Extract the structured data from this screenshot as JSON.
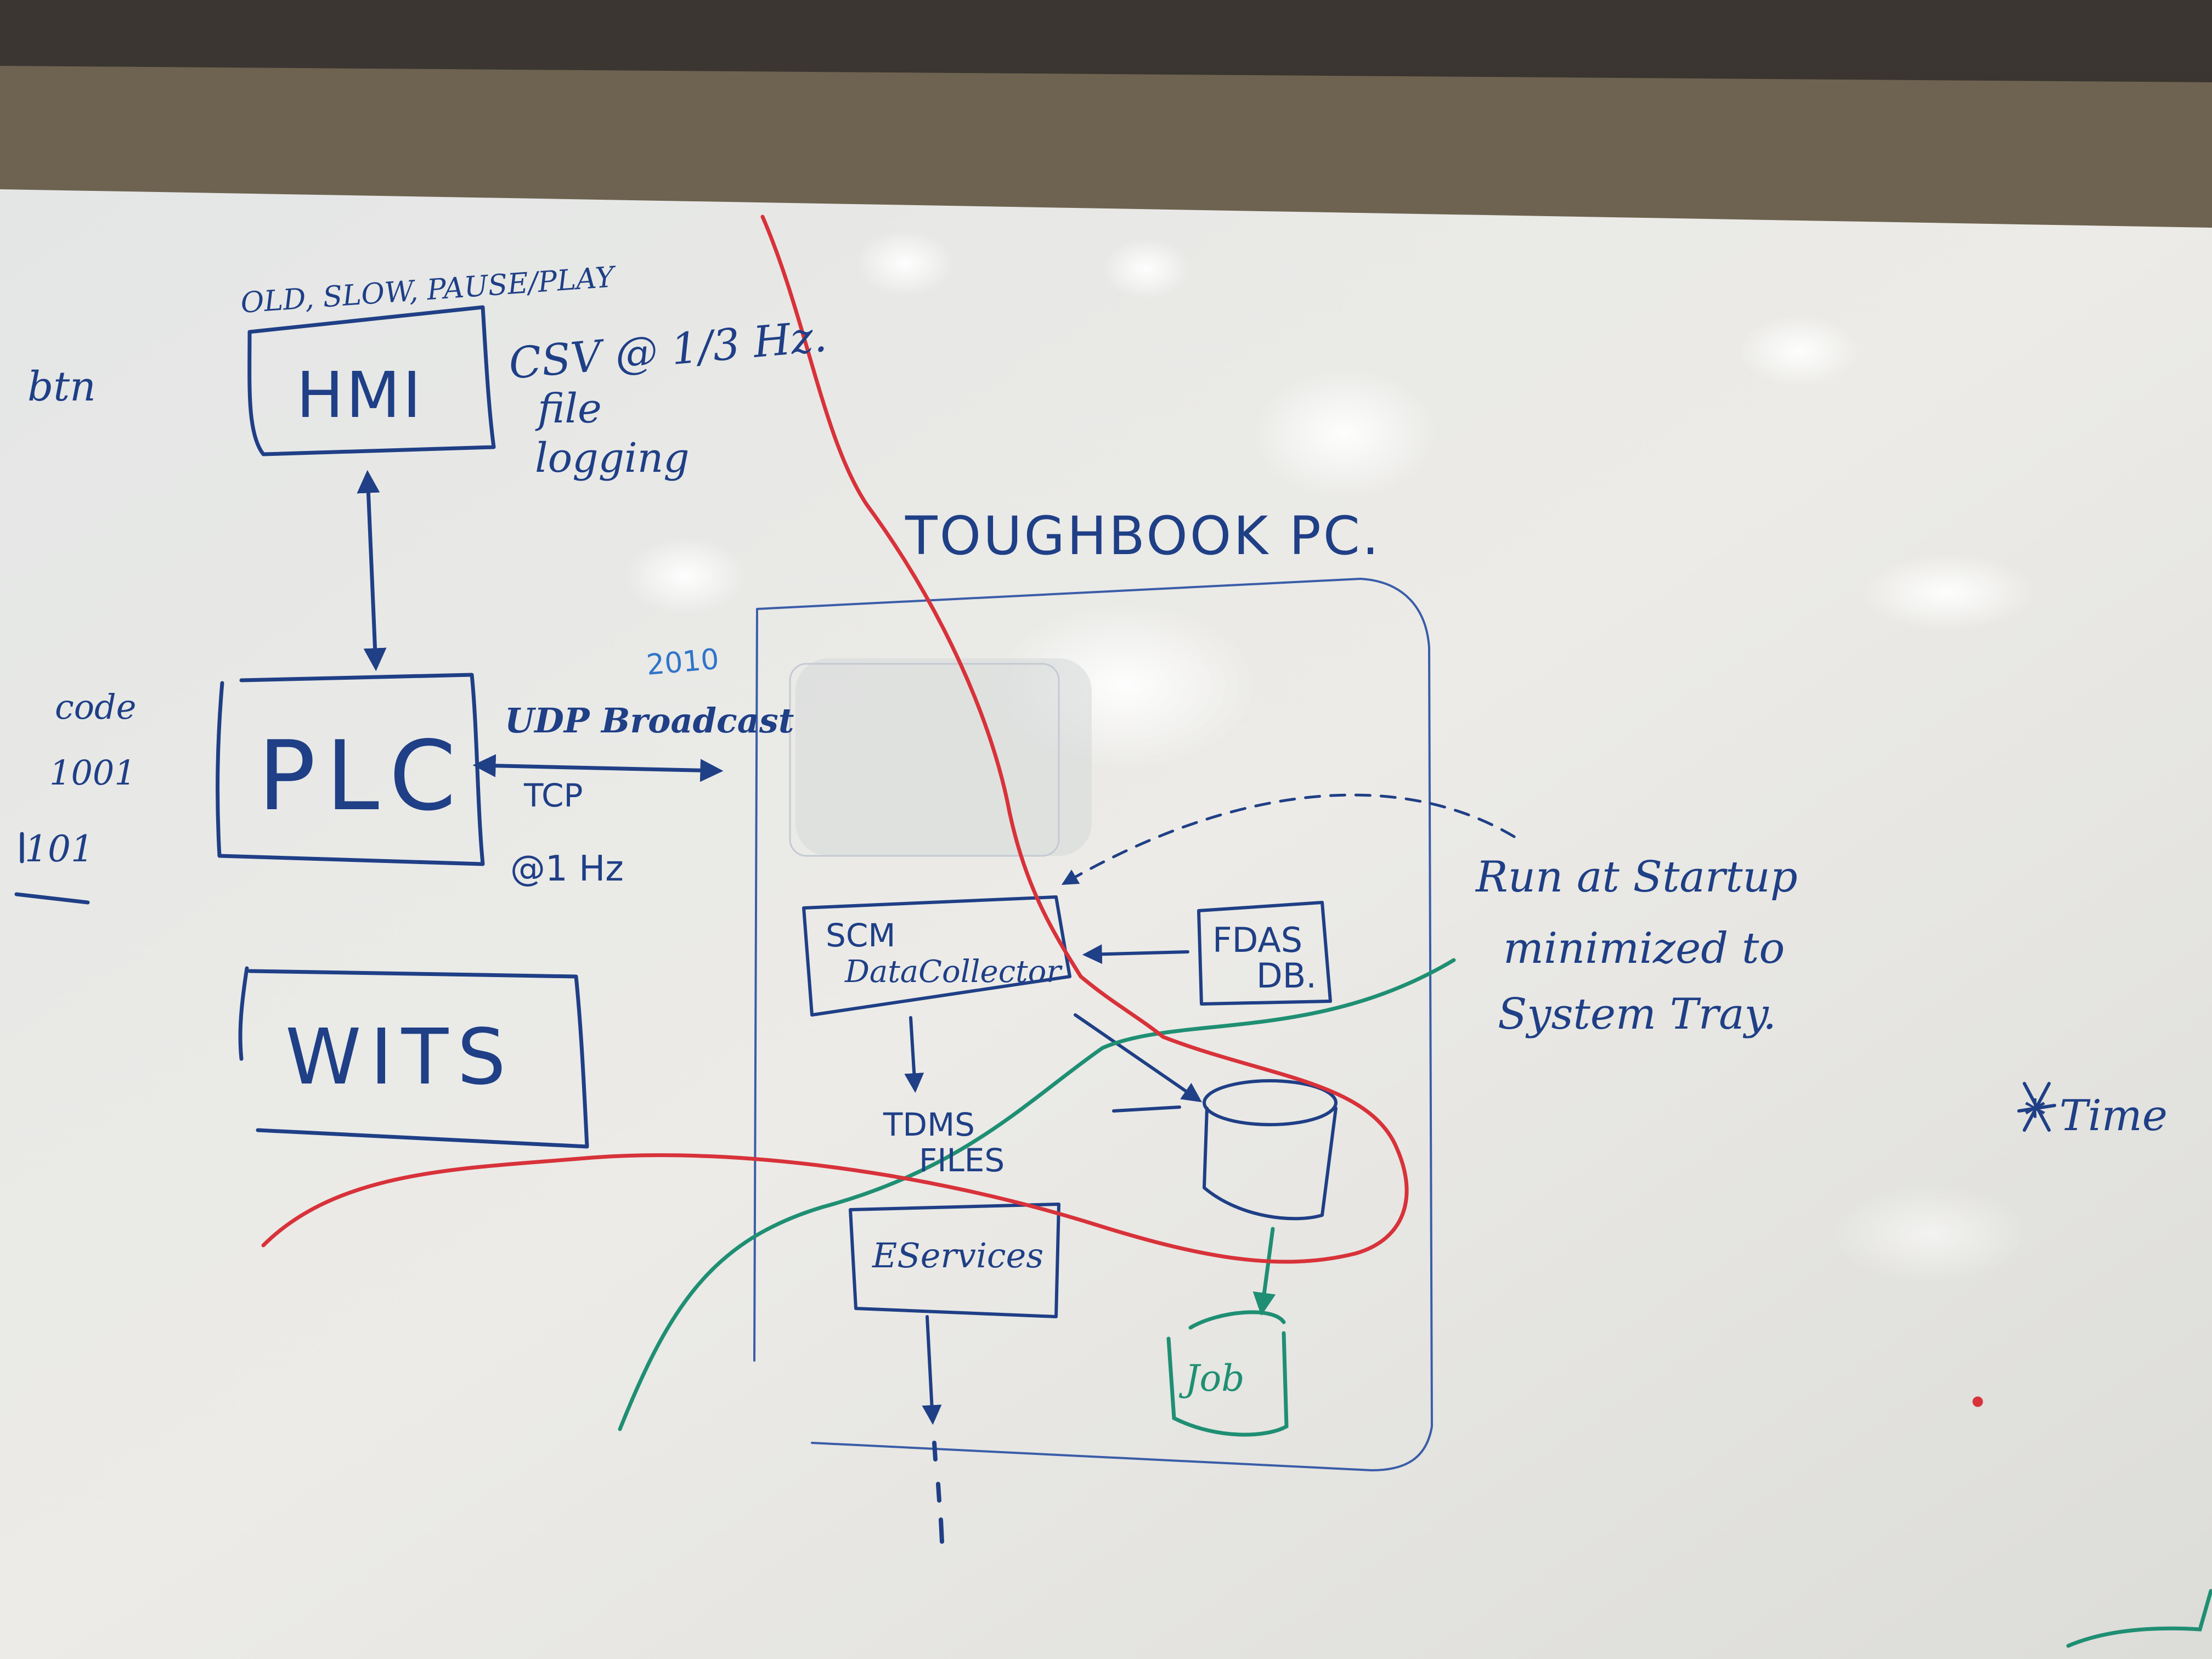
{
  "colors": {
    "wall": "#3b3632",
    "frame": "#6e6350",
    "board": "#e9e9e6",
    "blue_marker": "#1f3f86",
    "light_blue_marker": "#2f74c9",
    "red_marker": "#d8323a",
    "green_marker": "#1f8f73"
  },
  "labels": {
    "hmi_modes": "OLD, SLOW, PAUSE/PLAY",
    "hmi": "HMI",
    "csv_rate": "CSV @ 1/3 Hz.",
    "file": "file",
    "logging": "logging",
    "btn": "btn",
    "code": "code",
    "code_1001": "1001",
    "code_101": "101",
    "plc": "PLC",
    "udp": "UDP Broadcast",
    "udp_port": "2010",
    "tcp": "TCP",
    "tcp_rate": "@1 Hz",
    "wits": "WITS",
    "toughbook": "TOUGHBOOK PC.",
    "scm_1": "SCM",
    "scm_2": "DataCollector",
    "fdas_1": "FDAS",
    "fdas_2": "DB.",
    "tdms_1": "TDMS",
    "tdms_2": "FILES",
    "eservices": "EServices",
    "job": "Job",
    "startup_1": "Run at Startup",
    "startup_2": "minimized to",
    "startup_3": "System Tray.",
    "time": "* Time"
  }
}
